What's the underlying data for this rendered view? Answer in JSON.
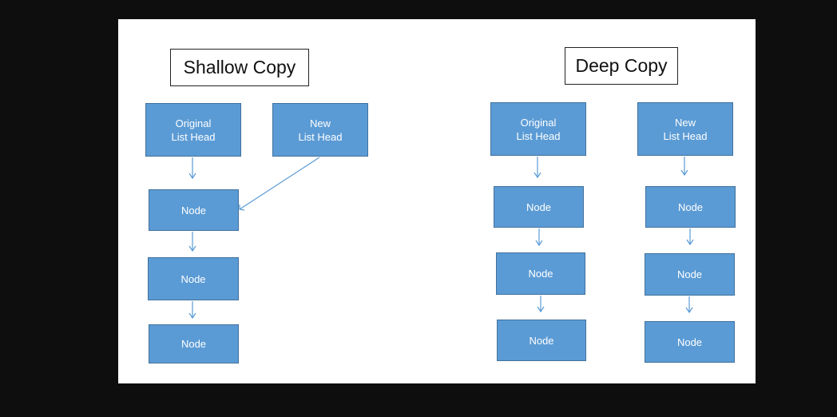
{
  "shallow": {
    "title": "Shallow Copy",
    "original_head": "Original\nList Head",
    "new_head": "New\nList Head",
    "nodes": [
      "Node",
      "Node",
      "Node"
    ]
  },
  "deep": {
    "title": "Deep Copy",
    "original_head": "Original\nList Head",
    "new_head": "New\nList Head",
    "original_nodes": [
      "Node",
      "Node",
      "Node"
    ],
    "new_nodes": [
      "Node",
      "Node",
      "Node"
    ]
  },
  "colors": {
    "node_fill": "#5b9bd5",
    "node_border": "#41719c",
    "arrow": "#5b9bd5",
    "background": "#0e0e0e",
    "canvas": "#ffffff"
  }
}
